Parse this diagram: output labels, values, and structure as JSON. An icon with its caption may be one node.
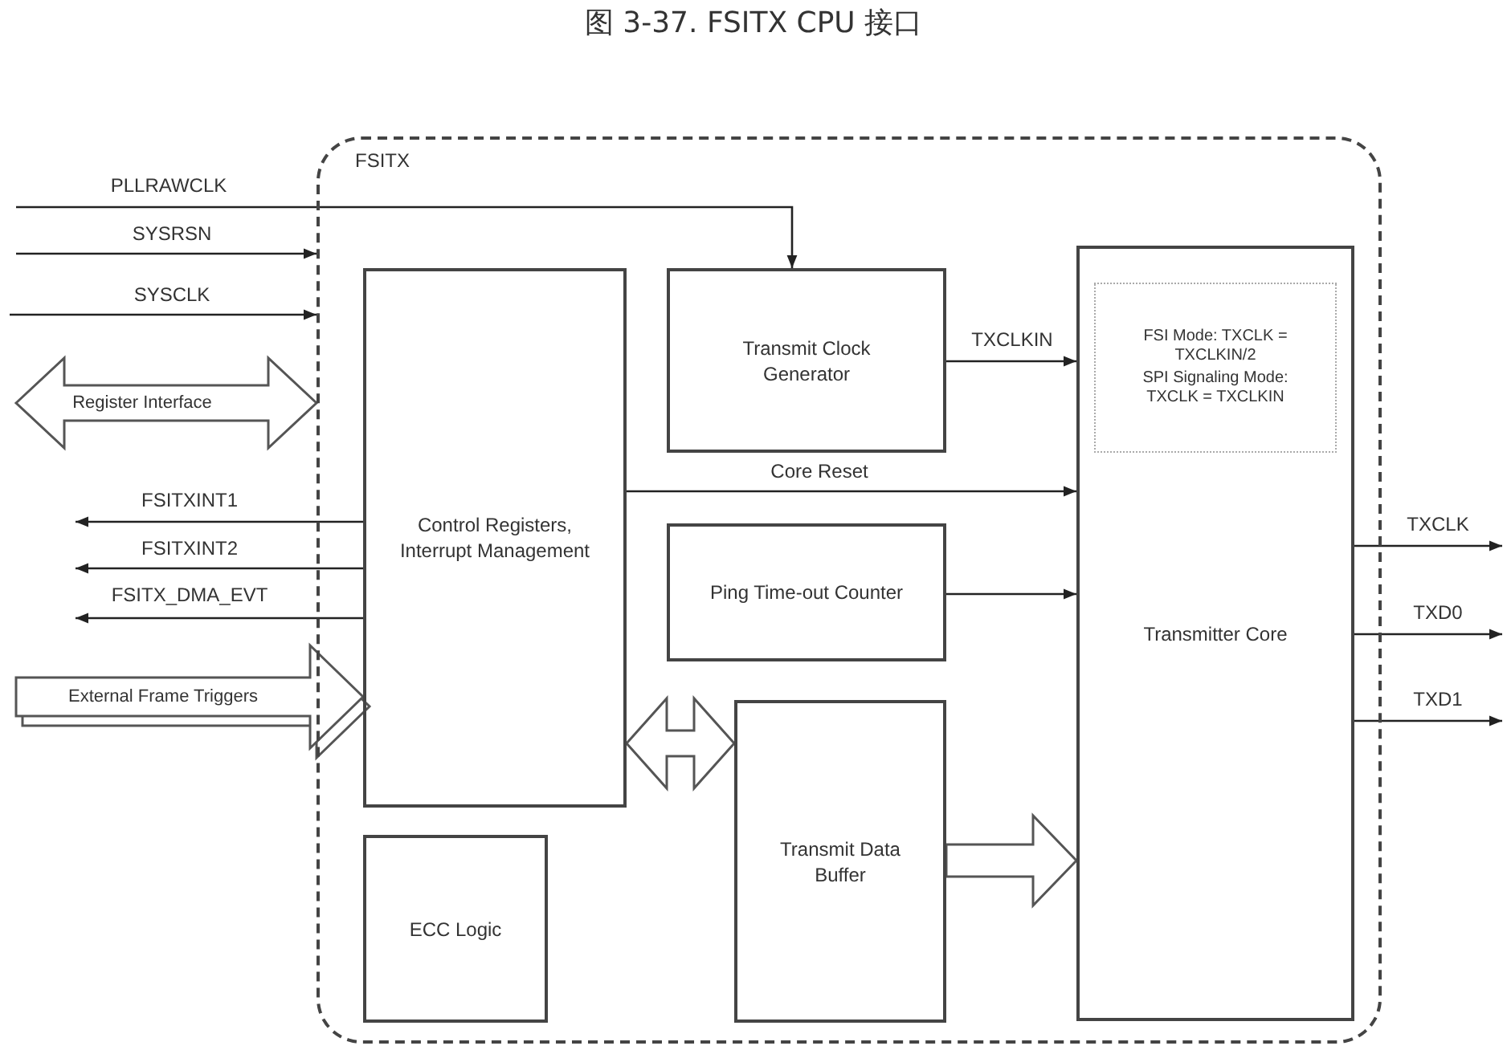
{
  "diagram": {
    "title": "图 3-37. FSITX CPU 接口",
    "nodes": [
      {
        "text": [
          "FSITX"
        ]
      },
      {
        "text": [
          "Control Registers, Interrupt Management"
        ],
        "in": 0
      },
      {
        "text": [
          "Transmit Clock Generator"
        ],
        "in": 0
      },
      {
        "text": [
          "Transmitter Core"
        ],
        "in": 0
      },
      {
        "text": [
          "FSI Mode: TXCLK = TXCLKIN/2",
          "SPI Signaling Mode: TXCLK = TXCLKIN"
        ],
        "in": 3
      },
      {
        "text": [
          "Ping Time-out Counter"
        ],
        "in": 0
      },
      {
        "text": [
          "Transmit Data Buffer"
        ],
        "in": 0
      },
      {
        "text": [
          "ECC Logic"
        ],
        "in": 0
      }
    ],
    "edges": [
      {
        "from": null,
        "to": 2,
        "arrow": "to",
        "label": "PLLRAWCLK"
      },
      {
        "from": null,
        "to": 0,
        "arrow": "to",
        "label": "SYSRSN"
      },
      {
        "from": null,
        "to": 0,
        "arrow": "to",
        "label": "SYSCLK"
      },
      {
        "from": null,
        "to": 0,
        "arrow": "both",
        "label": "Register Interface"
      },
      {
        "from": 1,
        "to": null,
        "arrow": "to",
        "label": "FSITXINT1"
      },
      {
        "from": 1,
        "to": null,
        "arrow": "to",
        "label": "FSITXINT2"
      },
      {
        "from": 1,
        "to": null,
        "arrow": "to",
        "label": "FSITX_DMA_EVT"
      },
      {
        "from": null,
        "to": 1,
        "arrow": "to",
        "label": "External Frame Triggers"
      },
      {
        "from": 2,
        "to": 3,
        "arrow": "to",
        "label": "TXCLKIN"
      },
      {
        "from": 1,
        "to": 3,
        "arrow": "to",
        "label": "Core Reset"
      },
      {
        "from": 5,
        "to": 3,
        "arrow": "to"
      },
      {
        "from": 1,
        "to": 6,
        "arrow": "both"
      },
      {
        "from": 6,
        "to": 3,
        "arrow": "to"
      },
      {
        "from": 3,
        "to": null,
        "arrow": "to",
        "label": "TXCLK"
      },
      {
        "from": 3,
        "to": null,
        "arrow": "to",
        "label": "TXD0"
      },
      {
        "from": 3,
        "to": null,
        "arrow": "to",
        "label": "TXD1"
      }
    ]
  }
}
